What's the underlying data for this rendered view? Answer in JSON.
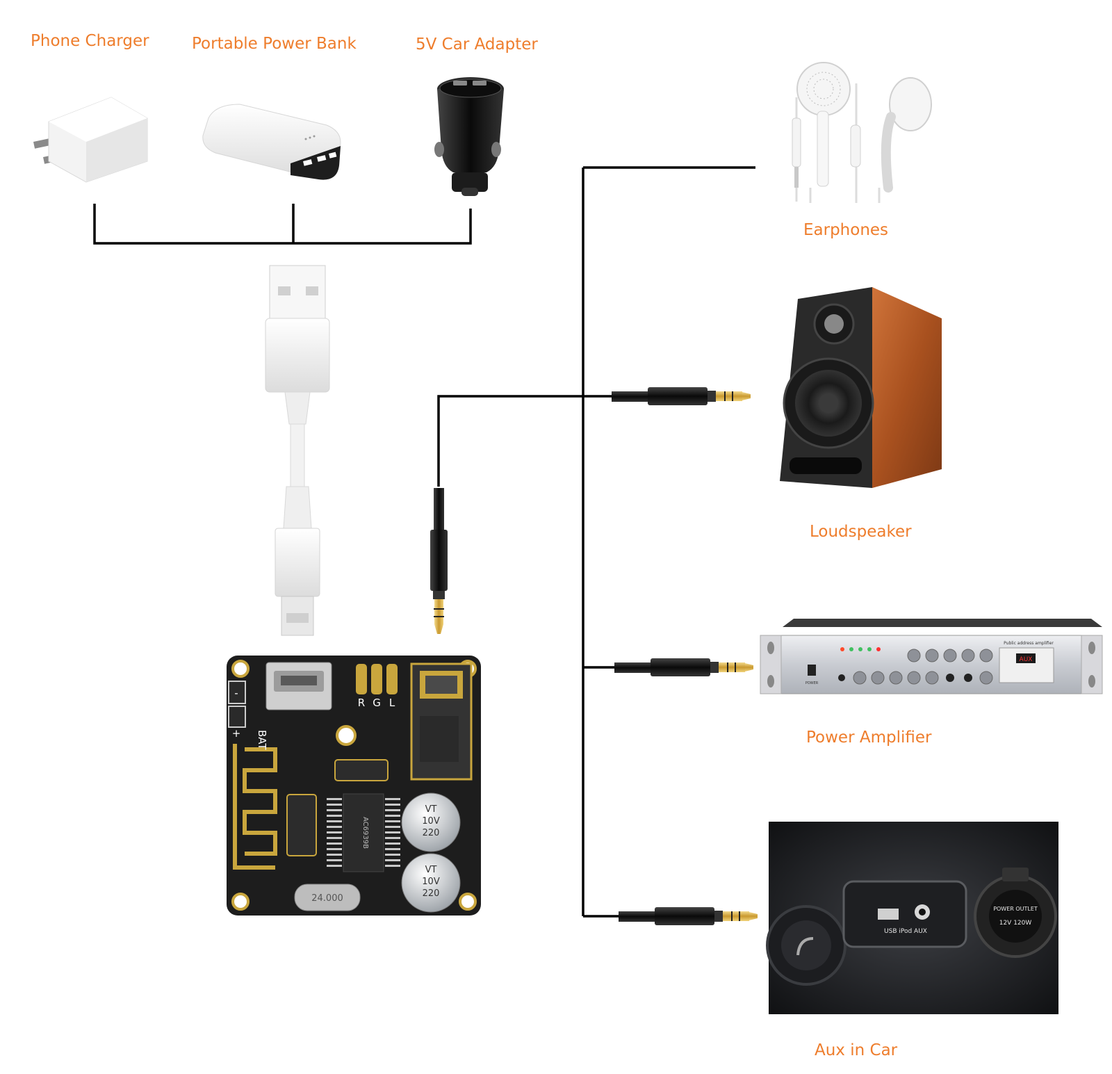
{
  "sources": {
    "phone_charger": "Phone Charger",
    "power_bank": "Portable Power Bank",
    "car_adapter": "5V Car Adapter"
  },
  "outputs": {
    "earphones": "Earphones",
    "loudspeaker": "Loudspeaker",
    "power_amplifier": "Power Amplifier",
    "aux_in_car": "Aux in Car"
  },
  "board": {
    "bat": "BAT",
    "plus": "+",
    "minus": "-",
    "pad_r": "R",
    "pad_g": "G",
    "pad_l": "L",
    "cap_value": "220",
    "cap_voltage": "10V",
    "cap_mark": "VT",
    "crystal": "24.000",
    "chip": "AC6939B"
  },
  "amplifier_panel": {
    "display": "AUX",
    "power_label": "POWER",
    "model_text": "Public address amplifier"
  },
  "car_panel": {
    "port_labels": "USB iPod AUX",
    "outlet_top": "POWER  OUTLET",
    "outlet_bottom": "12V  120W"
  },
  "colors": {
    "label": "#ee7d2c",
    "wire": "#000000",
    "pcb": "#1b1b1b",
    "gold": "#d9b24e",
    "wood": "#b55b2a"
  }
}
